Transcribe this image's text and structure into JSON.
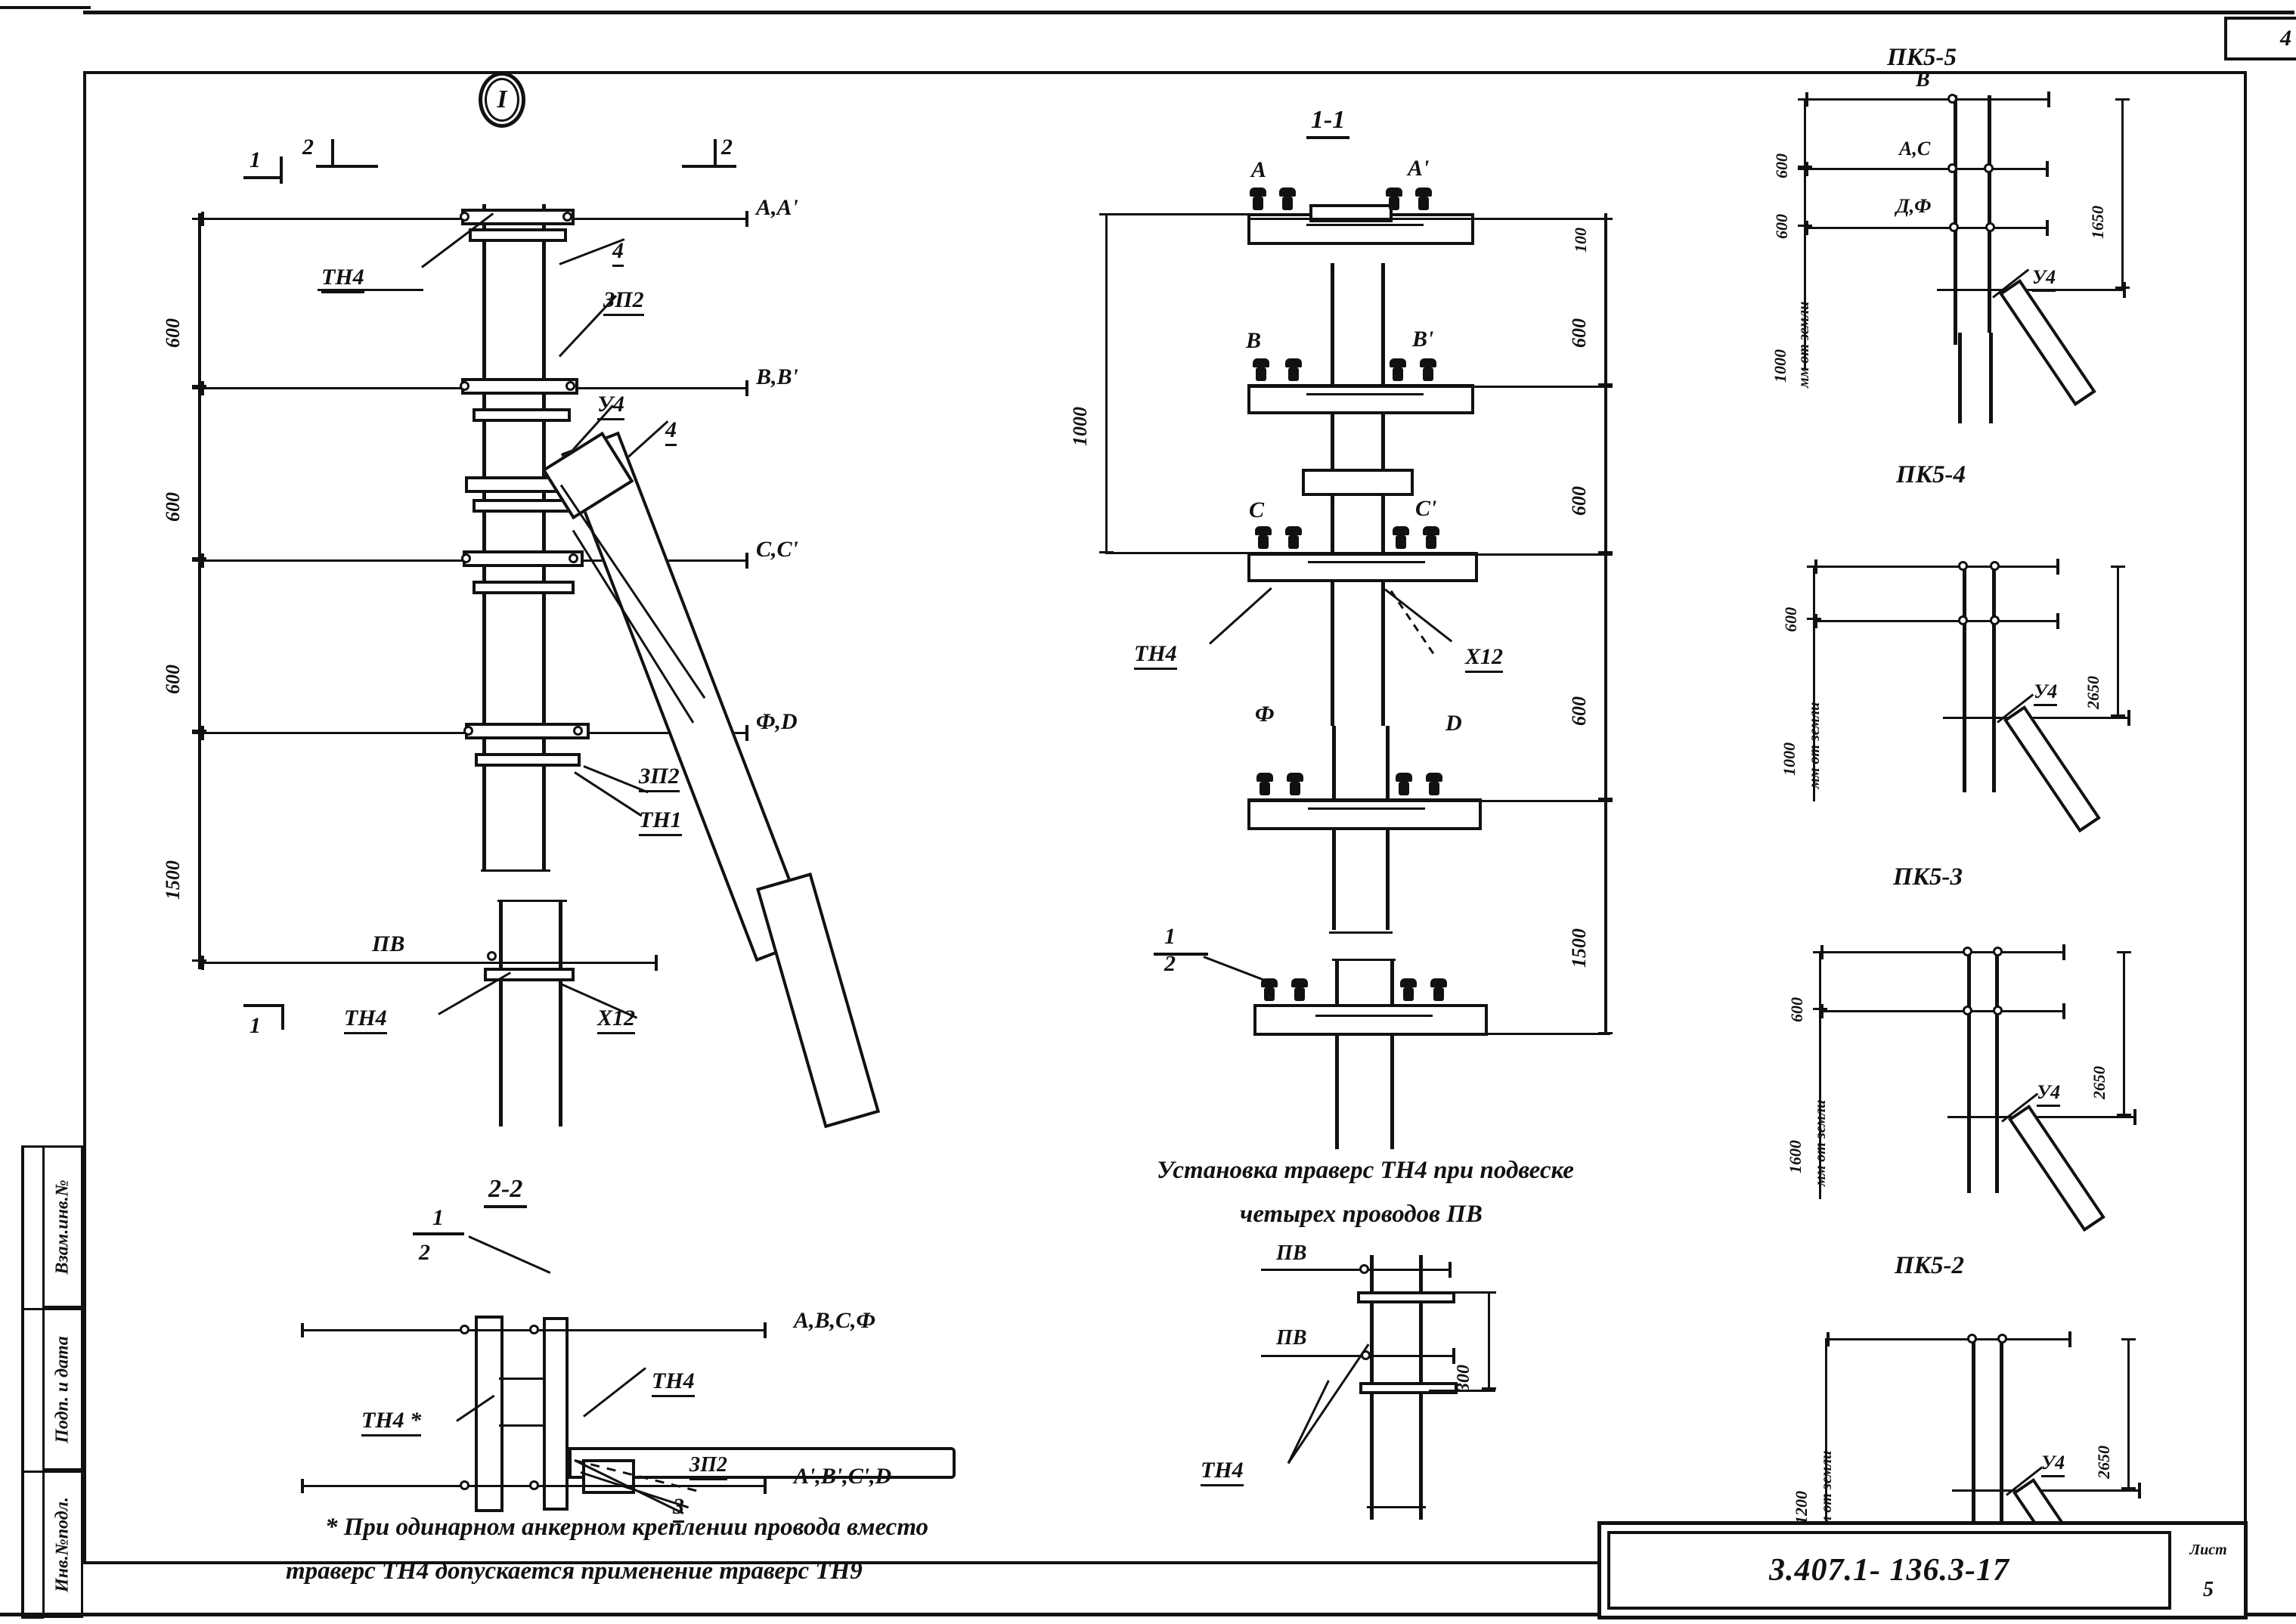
{
  "sheet": {
    "corner_page_number": "4",
    "title_block_mark": "3.407.1- 136.3-17",
    "title_block_right_top": "Лист",
    "title_block_right_bottom": "5",
    "left_margin_labels": [
      "Инв.№подл.",
      "Подп. и дата",
      "Взам.инв.№"
    ]
  },
  "detail_bubble": {
    "label": "I"
  },
  "main_view": {
    "section_marks": [
      {
        "label": "1"
      },
      {
        "label": "2"
      },
      {
        "label": "2"
      },
      {
        "label": "1"
      }
    ],
    "vertical_dimensions": [
      "600",
      "600",
      "600",
      "1500"
    ],
    "level_labels": [
      "А,А'",
      "В,В'",
      "С,С'",
      "Ф,D"
    ],
    "ground_label": "ПВ",
    "callouts": [
      "ТН4",
      "4",
      "ЗП2",
      "У4",
      "4",
      "ЗП2",
      "ТН1",
      "ТН4",
      "Х12"
    ]
  },
  "section_1_1": {
    "title": "1-1",
    "left_dimension": "1000",
    "right_dimensions": [
      "600",
      "600",
      "600",
      "1500"
    ],
    "top_small_dimension": "100",
    "phase_labels_top": [
      "А",
      "А'"
    ],
    "phase_labels_2": [
      "В",
      "В'"
    ],
    "phase_labels_3": [
      "С",
      "С'"
    ],
    "phase_labels_4": [
      "Ф",
      "D"
    ],
    "callouts": [
      "ТН4",
      "Х12"
    ],
    "section_marks": [
      "1",
      "2"
    ]
  },
  "section_2_2": {
    "title": "2-2",
    "section_marks": [
      "1",
      "2"
    ],
    "level_label_top": "А,В,С,Ф",
    "level_label_bottom": "А',В',С',D",
    "callouts": [
      "ТН4 *",
      "ТН4",
      "ЗП2",
      "3"
    ]
  },
  "pv_detail": {
    "caption_line1": "Установка траверс ТН4 при подвеске",
    "caption_line2": "четырех проводов ПВ",
    "labels": [
      "ПВ",
      "ПВ",
      "ТН4"
    ],
    "dimension": "300"
  },
  "footnote": {
    "line1": "* При одинарном анкерном креплении провода вместо",
    "line2": "траверс ТН4 допускается применение траверс ТН9"
  },
  "pk_views": [
    {
      "title": "ПК5-5",
      "top_label": "В",
      "mid_label": "А,С",
      "low_label": "Д,Ф",
      "dims_left": [
        "600",
        "600"
      ],
      "ground_dim": "1000",
      "ground_text": "мм от земли",
      "right_dim": "1650",
      "brace_label": "У4"
    },
    {
      "title": "ПК5-4",
      "dims_left": [
        "600"
      ],
      "ground_dim": "1000",
      "ground_text": "мм от земли",
      "right_dim": "2650",
      "brace_label": "У4"
    },
    {
      "title": "ПК5-3",
      "dims_left": [
        "600"
      ],
      "ground_dim": "1600",
      "ground_text": "мм от земли",
      "right_dim": "2650",
      "brace_label": "У4"
    },
    {
      "title": "ПК5-2",
      "dims_left": [],
      "ground_dim": "1200",
      "ground_text": "мм от земли",
      "right_dim": "2650",
      "brace_label": "У4"
    }
  ]
}
